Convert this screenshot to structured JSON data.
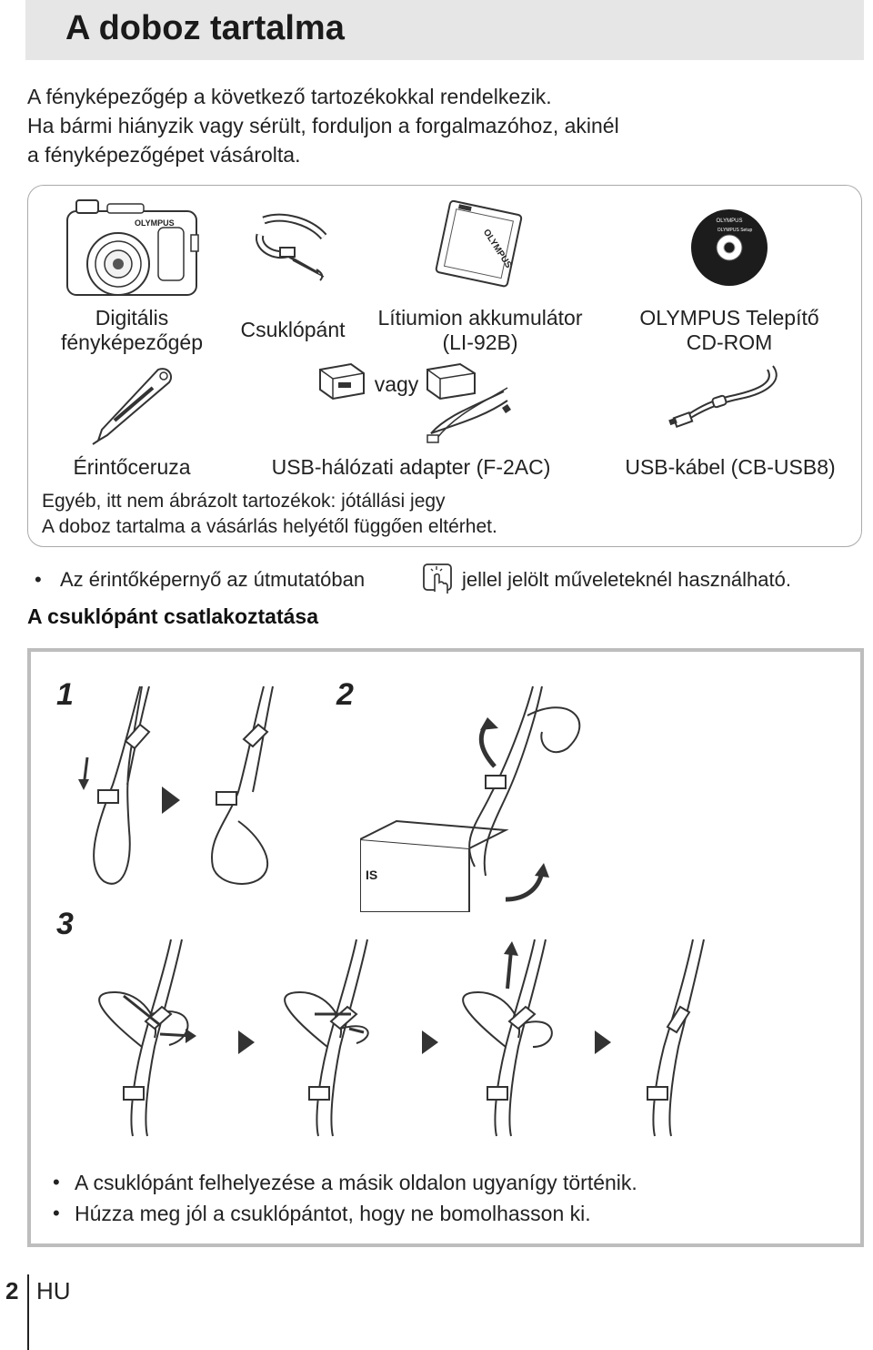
{
  "header": {
    "title": "A doboz tartalma"
  },
  "intro": [
    "A fényképezőgép a következő tartozékokkal rendelkezik.",
    "Ha bármi hiányzik vagy sérült, forduljon a forgalmazóhoz, akinél",
    "a fényképezőgépet vásárolta."
  ],
  "contents": {
    "camera": [
      "Digitális",
      "fényképezőgép"
    ],
    "strap": "Csuklópánt",
    "battery": [
      "Lítiumion akkumulátor",
      "(LI-92B)"
    ],
    "cdrom": [
      "OLYMPUS Telepítő",
      "CD-ROM"
    ],
    "or": "vagy",
    "stylus": "Érintőceruza",
    "adapter": "USB-hálózati adapter (F-2AC)",
    "cable": "USB-kábel (CB-USB8)",
    "note1": "Egyéb, itt nem ábrázolt tartozékok: jótállási jegy",
    "note2": "A doboz tartalma a vásárlás helyétől függően eltérhet.",
    "brand": "OLYMPUS",
    "cd_text": "OLYMPUS Setup"
  },
  "touch_note": {
    "before": "Az érintőképernyő az útmutatóban",
    "after": "jellel jelölt műveleteknél használható."
  },
  "strap_section": {
    "heading": "A csuklópánt csatlakoztatása",
    "steps": [
      "1",
      "2",
      "3"
    ],
    "bullets": [
      "A csuklópánt felhelyezése a másik oldalon ugyanígy történik.",
      "Húzza meg jól a csuklópántot, hogy ne bomolhasson ki."
    ]
  },
  "footer": {
    "page": "2",
    "lang": "HU"
  }
}
